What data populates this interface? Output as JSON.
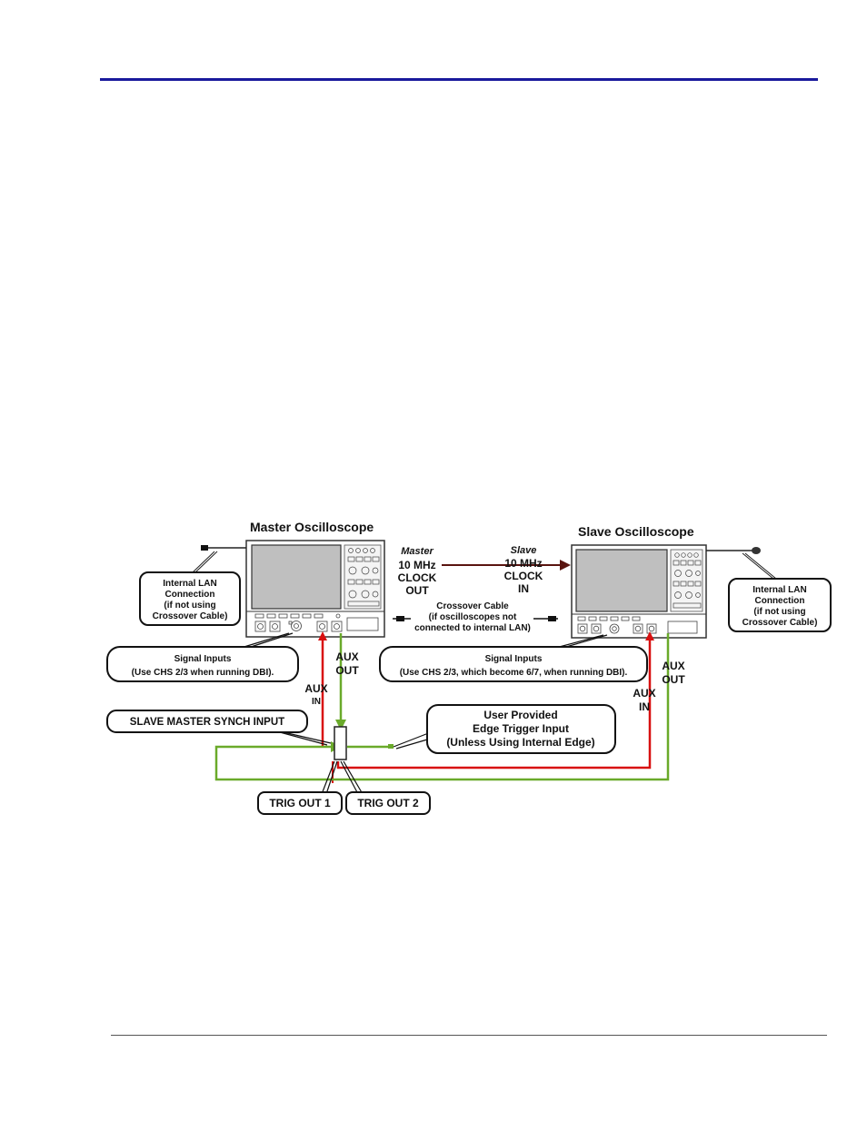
{
  "colors": {
    "header_rule": "#1a1a9c",
    "clock_cable": "#5a1410",
    "aux_in_red": "#d81010",
    "aux_out_green": "#6aaa2a"
  },
  "diagram": {
    "master_title": "Master Oscilloscope",
    "slave_title": "Slave Oscilloscope",
    "master_clock": [
      "Master",
      "10 MHz",
      "CLOCK",
      "OUT"
    ],
    "slave_clock": [
      "Slave",
      "10 MHz",
      "CLOCK",
      "IN"
    ],
    "crossover": [
      "Crossover Cable",
      "(if oscilloscopes not",
      "connected to internal LAN)"
    ],
    "lan_left": [
      "Internal LAN",
      "Connection",
      "(if not using",
      "Crossover Cable)"
    ],
    "lan_right": [
      "Internal LAN",
      "Connection",
      "(if not using",
      "Crossover Cable)"
    ],
    "signal_master": [
      "Signal Inputs",
      "(Use CHS 2/3 when running DBI)."
    ],
    "signal_slave": [
      "Signal Inputs",
      "(Use CHS 2/3, which become 6/7, when running DBI)."
    ],
    "aux_out_master": [
      "AUX",
      "OUT"
    ],
    "aux_in_master": [
      "AUX",
      "IN"
    ],
    "aux_in_slave": [
      "AUX",
      "IN"
    ],
    "aux_out_slave": [
      "AUX",
      "OUT"
    ],
    "slave_master_synch": "SLAVE MASTER SYNCH INPUT",
    "user_edge": [
      "User Provided",
      "Edge Trigger Input",
      "(Unless Using Internal Edge)"
    ],
    "trig_out_1": "TRIG OUT 1",
    "trig_out_2": "TRIG OUT 2"
  }
}
